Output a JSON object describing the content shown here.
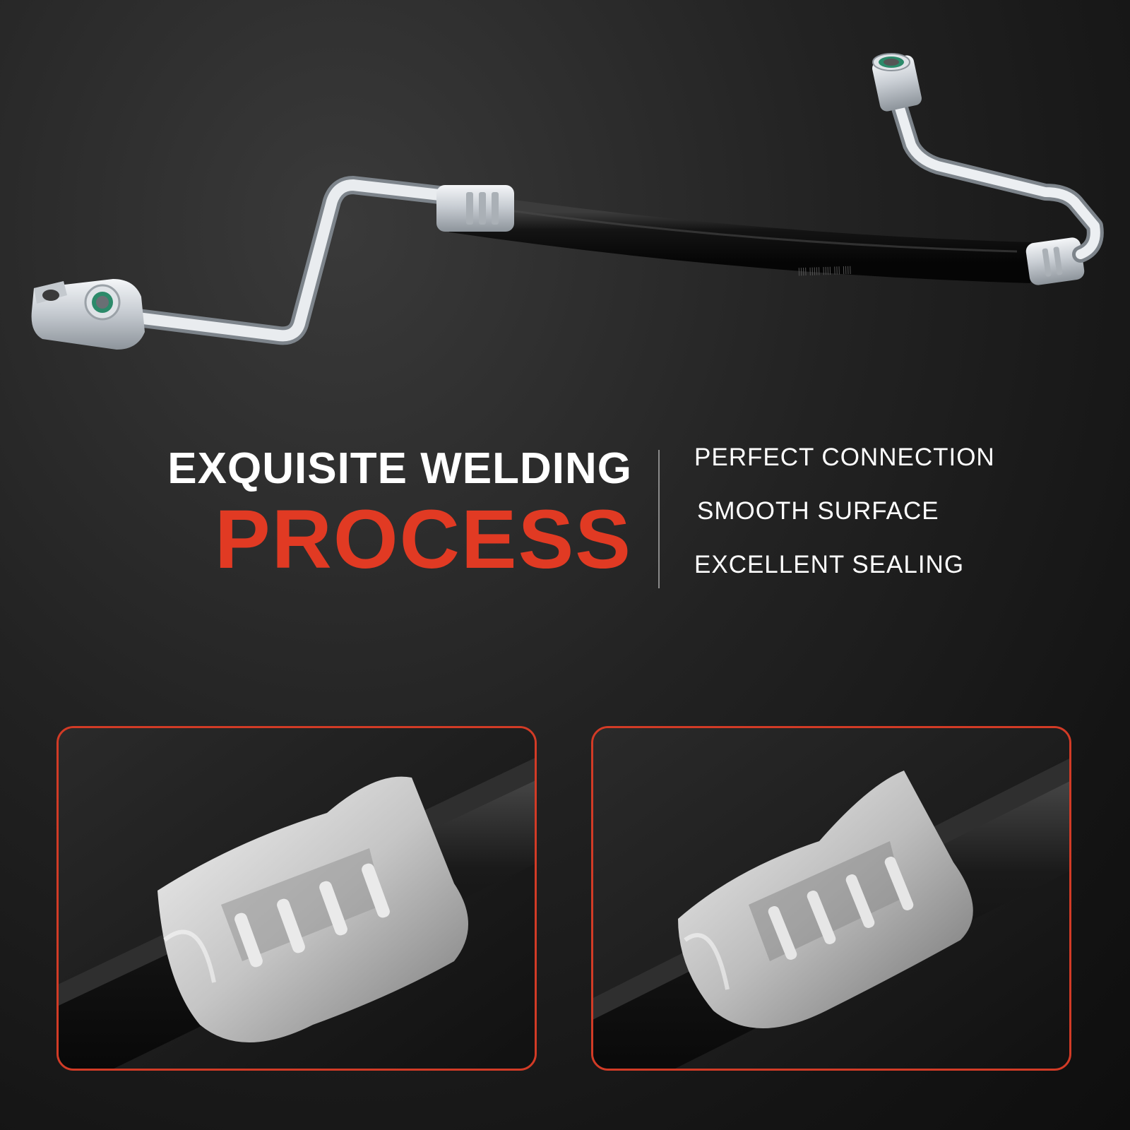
{
  "headline": {
    "line1": "EXQUISITE WELDING",
    "line2": "PROCESS"
  },
  "features": [
    "PERFECT CONNECTION",
    "SMOOTH SURFACE",
    "EXCELLENT SEALING"
  ],
  "colors": {
    "accent": "#e13a23",
    "panel_border": "#d23b26",
    "text": "#ffffff",
    "background": "#1c1c1c"
  }
}
